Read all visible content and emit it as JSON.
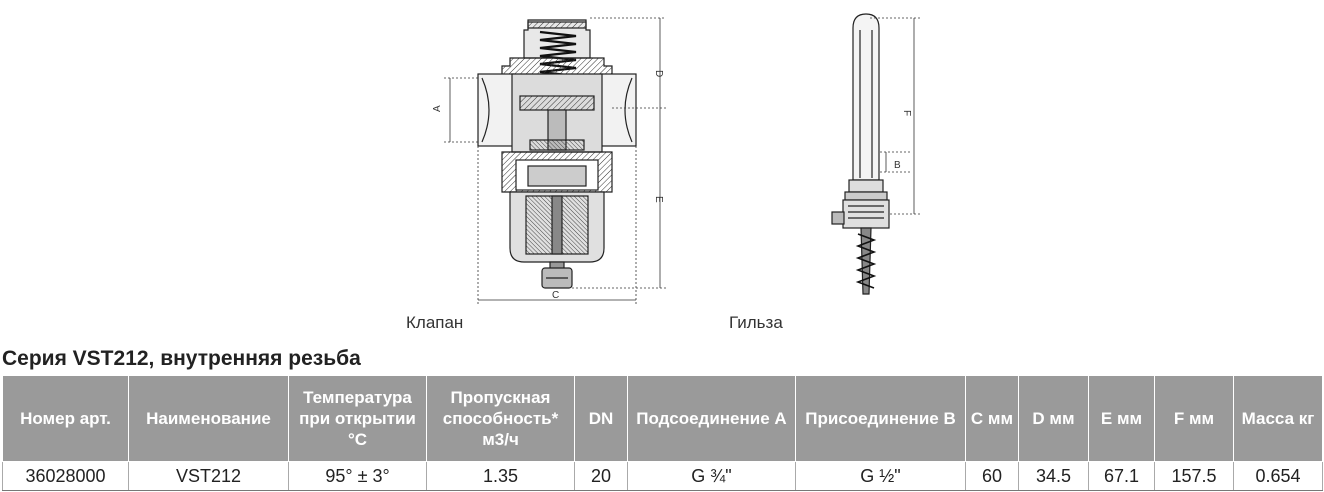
{
  "drawings": {
    "valve_caption": "Клапан",
    "sleeve_caption": "Гильза",
    "dimension_letters": {
      "a": "A",
      "c": "C",
      "d": "D",
      "e": "E",
      "f": "F",
      "b": "B"
    }
  },
  "section_title": "Серия VST212, внутренняя резьба",
  "table": {
    "headers": [
      "Номер арт.",
      "Наименование",
      "Температура при открытии °C",
      "Пропускная способность* м3/ч",
      "DN",
      "Подсоединение A",
      "Присоединение B",
      "C мм",
      "D мм",
      "E мм",
      "F мм",
      "Масса кг"
    ],
    "rows": [
      [
        "36028000",
        "VST212",
        "95° ± 3°",
        "1.35",
        "20",
        "G ¾\"",
        "G ½\"",
        "60",
        "34.5",
        "67.1",
        "157.5",
        "0.654"
      ]
    ]
  }
}
